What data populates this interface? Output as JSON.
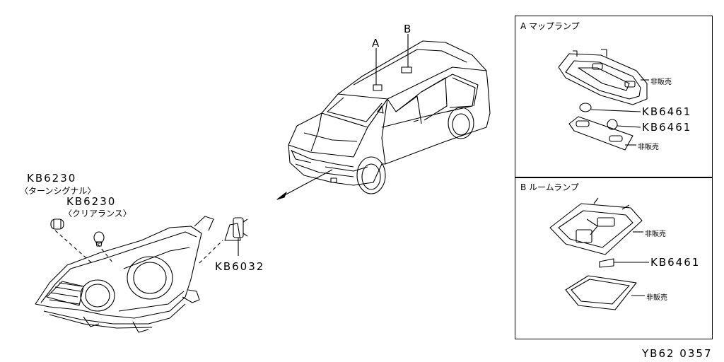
{
  "labels": {
    "callout_a": "A",
    "callout_b": "B",
    "part_kb6230_turn": "KB6230",
    "turn_signal_note": "〈ターンシグナル〉",
    "part_kb6230_clear": "KB6230",
    "clearance_note": "〈クリアランス〉",
    "part_kb6032": "KB6032",
    "box_a_title": "A マップランプ",
    "box_a_not_sold_1": "非販売",
    "box_a_part_1": "KB6461",
    "box_a_part_2": "KB6461",
    "box_a_not_sold_2": "非販売",
    "box_b_title": "B ルームランプ",
    "box_b_not_sold_1": "非販売",
    "box_b_part_1": "KB6461",
    "box_b_not_sold_2": "非販売",
    "figure_code": "YB62 0357"
  }
}
